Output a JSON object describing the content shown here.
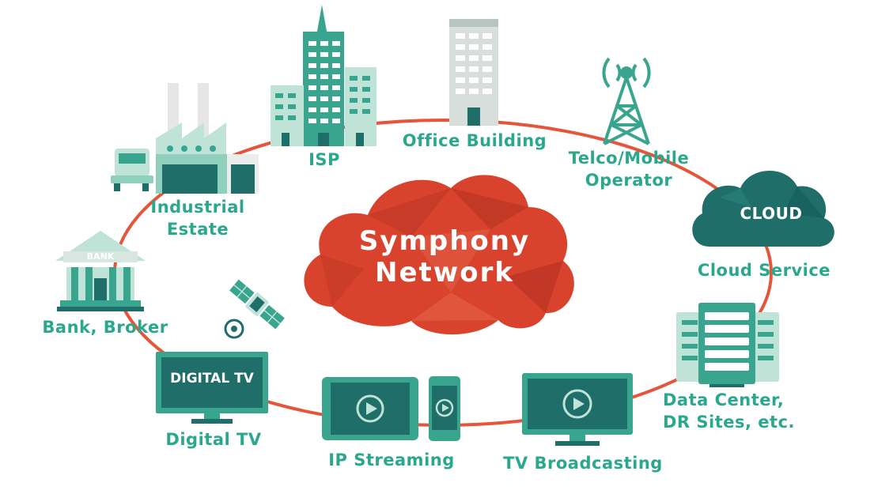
{
  "hub": {
    "line1": "Symphony",
    "line2": "Network"
  },
  "nodes": {
    "industrial": {
      "line1": "Industrial",
      "line2": "Estate",
      "icon": "factory-icon"
    },
    "isp": {
      "label": "ISP",
      "icon": "towers-icon"
    },
    "office": {
      "label": "Office Building",
      "icon": "office-building-icon"
    },
    "telco": {
      "line1": "Telco/Mobile",
      "line2": "Operator",
      "icon": "antenna-tower-icon"
    },
    "cloud": {
      "label": "Cloud Service",
      "badge": "CLOUD",
      "icon": "cloud-icon"
    },
    "datacenter": {
      "line1": "Data Center,",
      "line2": "DR Sites, etc.",
      "icon": "server-racks-icon"
    },
    "broadcast": {
      "label": "TV Broadcasting",
      "icon": "monitor-play-icon"
    },
    "streaming": {
      "label": "IP Streaming",
      "icon": "tablet-phone-play-icon"
    },
    "digitaltv": {
      "label": "Digital TV",
      "screen_text": "DIGITAL TV",
      "icon": "tv-icon"
    },
    "bank": {
      "label": "Bank, Broker",
      "sign_text": "BANK",
      "icon": "bank-icon"
    },
    "satellite": {
      "icon": "satellite-icon"
    },
    "truck": {
      "icon": "truck-icon"
    }
  },
  "colors": {
    "ring": "#e6543a",
    "label": "#2aa88e",
    "icon_dark": "#1f6e6a",
    "icon_mid": "#3aa58e",
    "icon_light": "#bfe3d6",
    "hub": "#d9432d"
  }
}
